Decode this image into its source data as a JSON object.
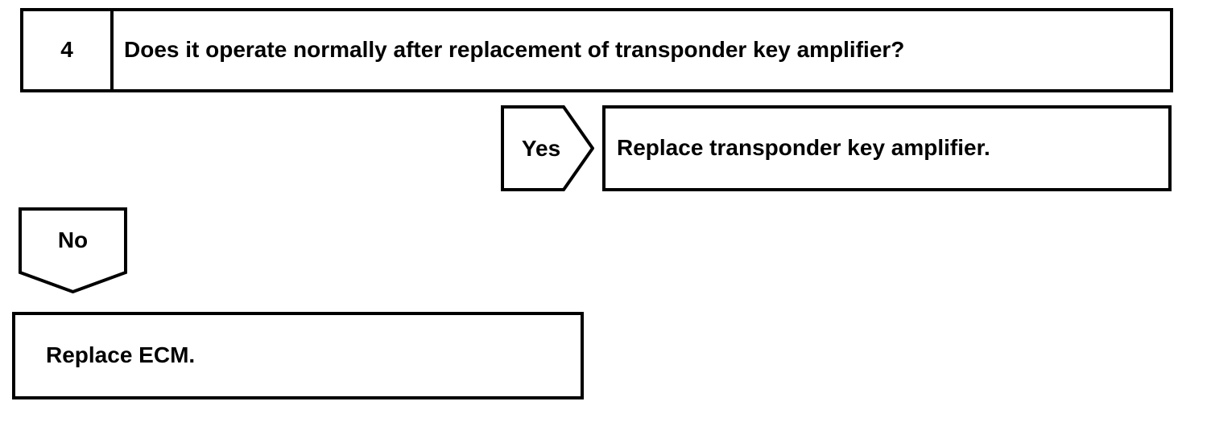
{
  "step": {
    "number": "4",
    "question": "Does it operate normally after replacement of transponder key amplifier?"
  },
  "branches": {
    "yes": {
      "label": "Yes",
      "action": "Replace transponder key amplifier."
    },
    "no": {
      "label": "No",
      "action": "Replace ECM."
    }
  },
  "colors": {
    "line": "#000000",
    "background": "#ffffff",
    "text": "#000000"
  }
}
